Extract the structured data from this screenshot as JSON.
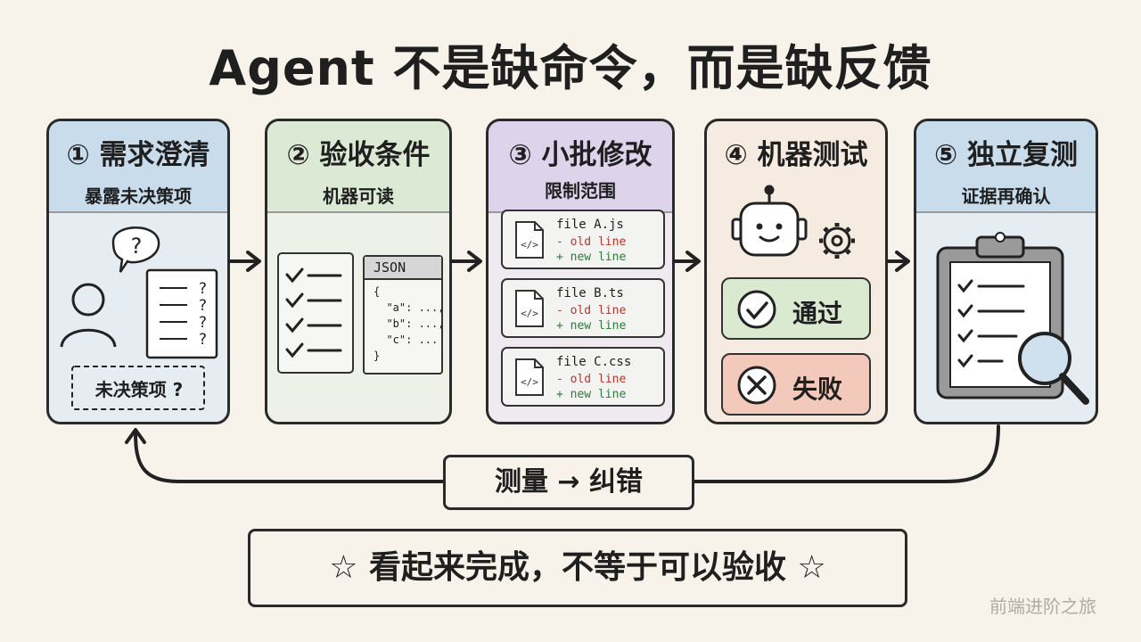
{
  "title": "Agent 不是缺命令，而是缺反馈",
  "steps": [
    {
      "number": "①",
      "title": "需求澄清",
      "subtitle": "暴露未决策项",
      "note": "未决策项 ?"
    },
    {
      "number": "②",
      "title": "验收条件",
      "subtitle": "机器可读",
      "json_header": "JSON",
      "json_lines": [
        "{",
        "  \"a\": ...,",
        "  \"b\": ...,",
        "  \"c\": ...",
        "}"
      ]
    },
    {
      "number": "③",
      "title": "小批修改",
      "subtitle": "限制范围",
      "files": [
        {
          "name": "file A.js",
          "old": "- old line",
          "new": "+ new line"
        },
        {
          "name": "file B.ts",
          "old": "- old line",
          "new": "+ new line"
        },
        {
          "name": "file C.css",
          "old": "- old line",
          "new": "+ new line"
        }
      ]
    },
    {
      "number": "④",
      "title": "机器测试",
      "pass": "通过",
      "fail": "失败"
    },
    {
      "number": "⑤",
      "title": "独立复测",
      "subtitle": "证据再确认"
    }
  ],
  "feedback_label": "测量 → 纠错",
  "banner": "☆ 看起来完成，不等于可以验收 ☆",
  "watermark": "前端进阶之旅",
  "colors": {
    "blue_header": "#c9dceb",
    "green_header": "#dce9d4",
    "purple_header": "#ddd3ea",
    "orange_header": "#f8dfcb",
    "pass_bg": "#d9ead0",
    "fail_bg": "#f2c9bb",
    "old_line": "#b3372e",
    "new_line": "#2f7a39"
  }
}
